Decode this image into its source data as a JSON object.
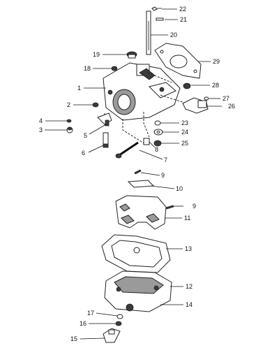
{
  "callouts": [
    {
      "id": "c22",
      "label": "22"
    },
    {
      "id": "c21",
      "label": "21"
    },
    {
      "id": "c20",
      "label": "20"
    },
    {
      "id": "c19",
      "label": "19"
    },
    {
      "id": "c29",
      "label": "29"
    },
    {
      "id": "c18",
      "label": "18"
    },
    {
      "id": "c1",
      "label": "1"
    },
    {
      "id": "c28",
      "label": "28"
    },
    {
      "id": "c27",
      "label": "27"
    },
    {
      "id": "c26",
      "label": "26"
    },
    {
      "id": "c2",
      "label": "2"
    },
    {
      "id": "c23",
      "label": "23"
    },
    {
      "id": "c4",
      "label": "4"
    },
    {
      "id": "c3",
      "label": "3"
    },
    {
      "id": "c24",
      "label": "24"
    },
    {
      "id": "c5",
      "label": "5"
    },
    {
      "id": "c25",
      "label": "25"
    },
    {
      "id": "c8",
      "label": "8"
    },
    {
      "id": "c6",
      "label": "6"
    },
    {
      "id": "c7",
      "label": "7"
    },
    {
      "id": "c9a",
      "label": "9"
    },
    {
      "id": "c10",
      "label": "10"
    },
    {
      "id": "c9b",
      "label": "9"
    },
    {
      "id": "c11",
      "label": "11"
    },
    {
      "id": "c13",
      "label": "13"
    },
    {
      "id": "c12",
      "label": "12"
    },
    {
      "id": "c14",
      "label": "14"
    },
    {
      "id": "c17",
      "label": "17"
    },
    {
      "id": "c16",
      "label": "16"
    },
    {
      "id": "c15",
      "label": "15"
    }
  ]
}
